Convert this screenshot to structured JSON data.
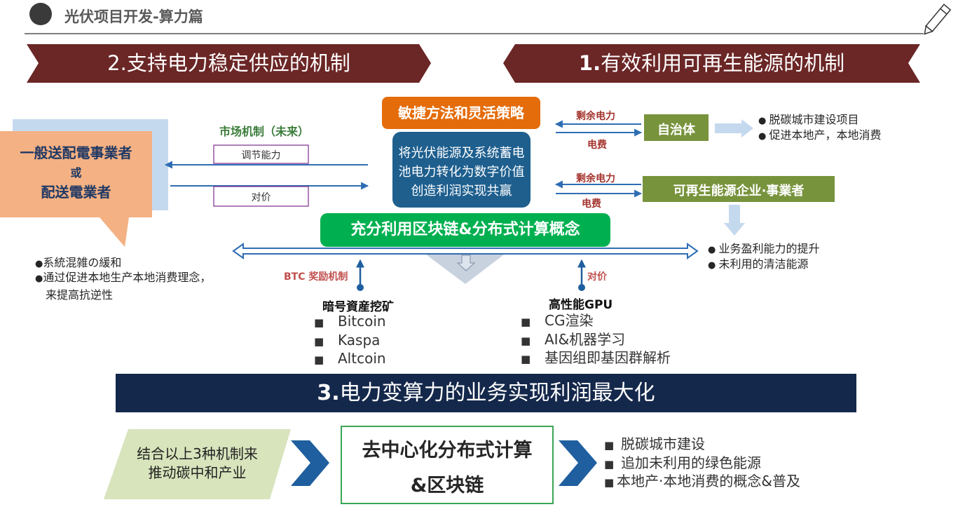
{
  "header": {
    "title": "光伏项目开发-算力篇"
  },
  "banners": {
    "left": {
      "number": "2.",
      "text": "支持电力稳定供应的机制"
    },
    "right": {
      "number": "1.",
      "text": "有效利用可再生能源的机制"
    },
    "bottom": {
      "number": "3.",
      "text": "电力变算力的业务实现利润最大化"
    }
  },
  "center": {
    "strategy_label": "敏捷方法和灵活策略",
    "value_lines": [
      "将光伏能源及系统蓄电",
      "池电力转化为数字价值",
      "创造利润实现共赢"
    ],
    "blockchain_label": "充分利用区块链&分布式计算概念"
  },
  "left": {
    "operator_lines": [
      "一般送配電事業者",
      "或",
      "配送電業者"
    ],
    "market_title": "市场机制（未来）",
    "adjust_label": "调节能力",
    "price_label": "对价",
    "bullets": [
      "系統混雑の緩和",
      "通过促进本地生产本地消费理念，"
    ],
    "bullet_continuation": "来提高抗逆性"
  },
  "right": {
    "flow1": {
      "surplus": "剩余电力",
      "fee": "电费"
    },
    "municipality": "自治体",
    "municipality_bullets": [
      "脱碳城市建设项目",
      "促进本地产，本地消费"
    ],
    "flow2": {
      "surplus": "剩余电力",
      "fee": "电费"
    },
    "renewable_company": "可再生能源企业·事業者",
    "company_bullets": [
      "业务盈利能力的提升",
      "未利用的清洁能源"
    ]
  },
  "mining": {
    "incentive_label": "BTC 奖励机制",
    "title": "暗号資産挖矿",
    "items": [
      "Bitcoin",
      "Kaspa",
      "Altcoin"
    ]
  },
  "gpu": {
    "price_label": "对价",
    "title": "高性能GPU",
    "items": [
      "CG渲染",
      "AI&机器学习",
      "基因组即基因群解析"
    ]
  },
  "bottom": {
    "combine_lines": [
      "结合以上3种机制来",
      "推动碳中和产业"
    ],
    "core_lines": [
      "去中心化分布式计算",
      "&区块链"
    ],
    "outcomes": [
      "脱碳城市建设",
      "追加未利用的绿色能源",
      "本地产·本地消费的概念&普及"
    ]
  },
  "colors": {
    "banner_red": "#6b2626",
    "banner_navy": "#14284b",
    "orange": "#e46c0a",
    "deep_blue": "#1e5f8e",
    "bright_green": "#00b050",
    "olive_green": "#77933c",
    "peach": "#f4b183",
    "light_blue": "#c5d9ee",
    "arrow_blue": "#2e6db4",
    "pale_green": "#d8e4bc",
    "chevron_blue": "#1f5f9f",
    "border_green": "#3aa655",
    "purple_border": "#7b2c8b"
  }
}
